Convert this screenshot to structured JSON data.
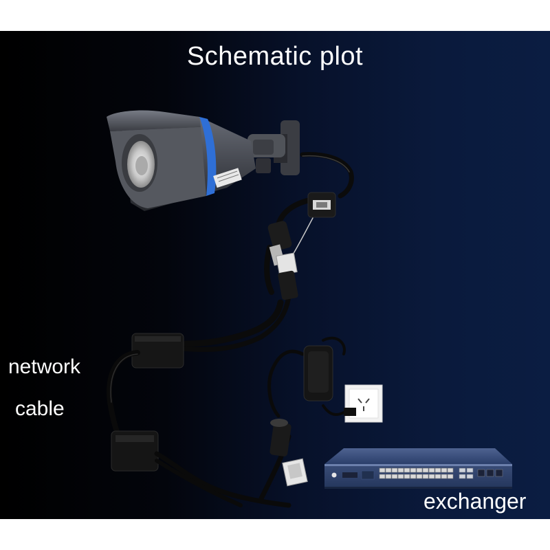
{
  "title": "Schematic plot",
  "labels": {
    "network_line1": "network",
    "network_line2": "cable",
    "exchanger": "exchanger"
  },
  "colors": {
    "background_left": "#000000",
    "background_right": "#0b1d42",
    "text": "#ffffff",
    "camera_body": "#4a4d55",
    "camera_accent_ring": "#2f6fd6",
    "switch_body": "#2b3f6b",
    "cable": "#0a0a0a"
  },
  "icons": [
    "bullet-camera-icon",
    "poe-splitter-icon",
    "poe-injector-icon",
    "power-adapter-icon",
    "wall-socket-icon",
    "network-switch-icon"
  ]
}
